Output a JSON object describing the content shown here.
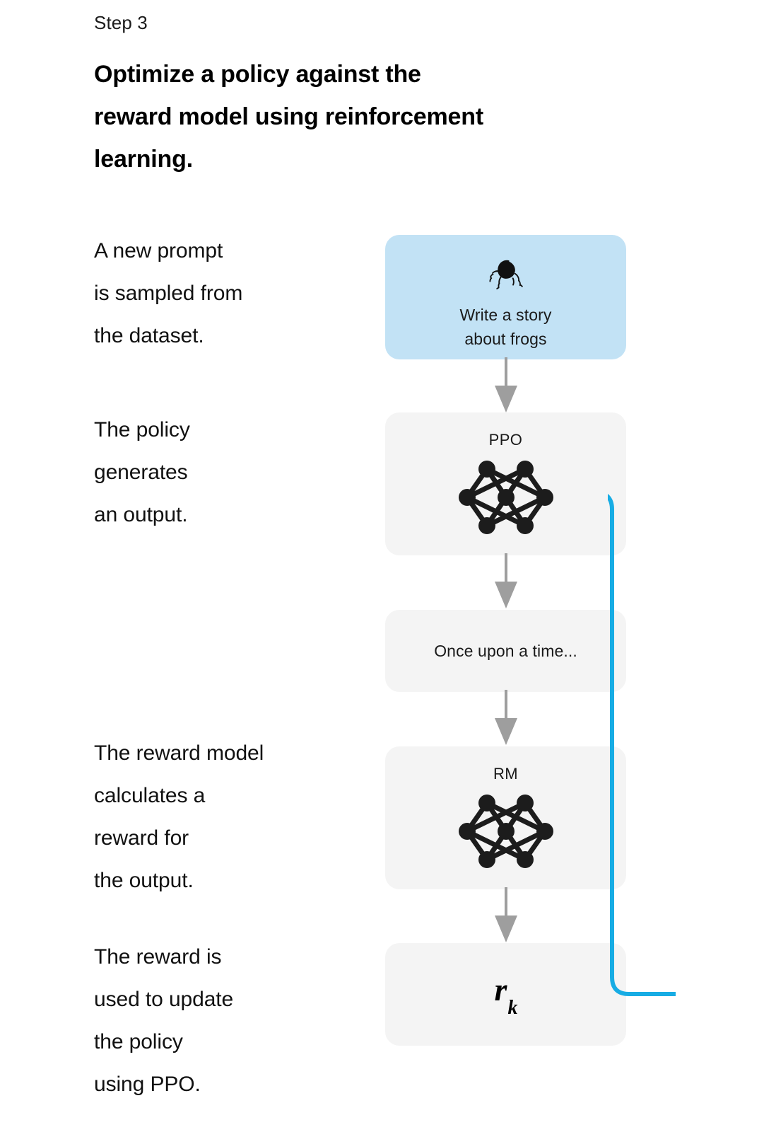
{
  "step": {
    "eyebrow": "Step 3",
    "headline": "Optimize a policy against the reward model using reinforcement learning."
  },
  "blurbs": [
    {
      "name": "prompt",
      "lines": [
        "A new prompt",
        "is sampled from",
        "the dataset."
      ]
    },
    {
      "name": "policy",
      "lines": [
        "The policy",
        "generates",
        "an output."
      ]
    },
    {
      "name": "reward-model",
      "lines": [
        "The reward model",
        "calculates a",
        "reward for",
        "the output."
      ]
    },
    {
      "name": "update",
      "lines": [
        "The reward is",
        "used to update",
        "the policy",
        "using PPO."
      ]
    }
  ],
  "flow": {
    "prompt_card": {
      "icon": "frog-icon",
      "lines": [
        "Write a story",
        "about frogs"
      ],
      "background": "#c2e2f5"
    },
    "policy_card": {
      "label": "PPO",
      "icon": "neural-network-icon",
      "background": "#f4f4f4"
    },
    "output_card": {
      "text": "Once upon a time...",
      "background": "#f4f4f4"
    },
    "reward_model_card": {
      "label": "RM",
      "icon": "neural-network-icon",
      "background": "#f4f4f4"
    },
    "reward_card": {
      "symbol": "r",
      "subscript": "k",
      "background": "#f4f4f4"
    },
    "arrows": {
      "down_color": "#9e9e9e",
      "feedback_color": "#17ace4",
      "feedback_direction": "reward-to-policy"
    }
  }
}
